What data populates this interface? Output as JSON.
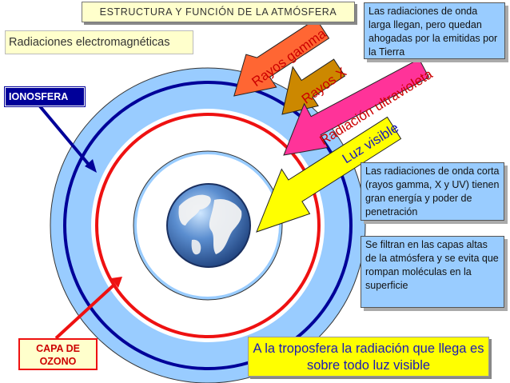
{
  "title": "ESTRUCTURA Y FUNCIÓN DE LA ATMÓSFERA",
  "subtitle": "Radiaciones electromagnéticas",
  "layers": {
    "ionosphere": "IONOSFERA",
    "ozone_line1": "CAPA DE",
    "ozone_line2": "OZONO"
  },
  "radiations": [
    {
      "label": "Rayos gamma",
      "color": "#ff6633",
      "text_color": "#cc0000"
    },
    {
      "label": "Rayos X",
      "color": "#cc8800",
      "text_color": "#cc0000"
    },
    {
      "label": "Radiación ultravioleta",
      "color": "#ff3399",
      "text_color": "#cc0000"
    },
    {
      "label": "Luz visible",
      "color": "#ffff00",
      "text_color": "#1a1ab8"
    }
  ],
  "notes": {
    "long_wave": "Las radiaciones de onda larga llegan, pero quedan ahogadas por la emitidas por la Tierra",
    "short_wave": "Las radiaciones de onda corta (rayos gamma, X y UV) tienen gran energía y poder de penetración",
    "filtered": "Se filtran en las capas altas de la atmósfera y se evita que rompan moléculas en la superficie"
  },
  "conclusion": "A la troposfera la radiación que llega es sobre todo luz visible",
  "colors": {
    "outer_layer": "#99ccff",
    "ionosphere_ring": "#000099",
    "ozone_ring": "#ee1111",
    "note_bg": "#99ccff",
    "label_bg": "#ffffcc",
    "conclusion_bg": "#ffff00"
  },
  "icons": {
    "earth": "earth-globe-icon"
  }
}
